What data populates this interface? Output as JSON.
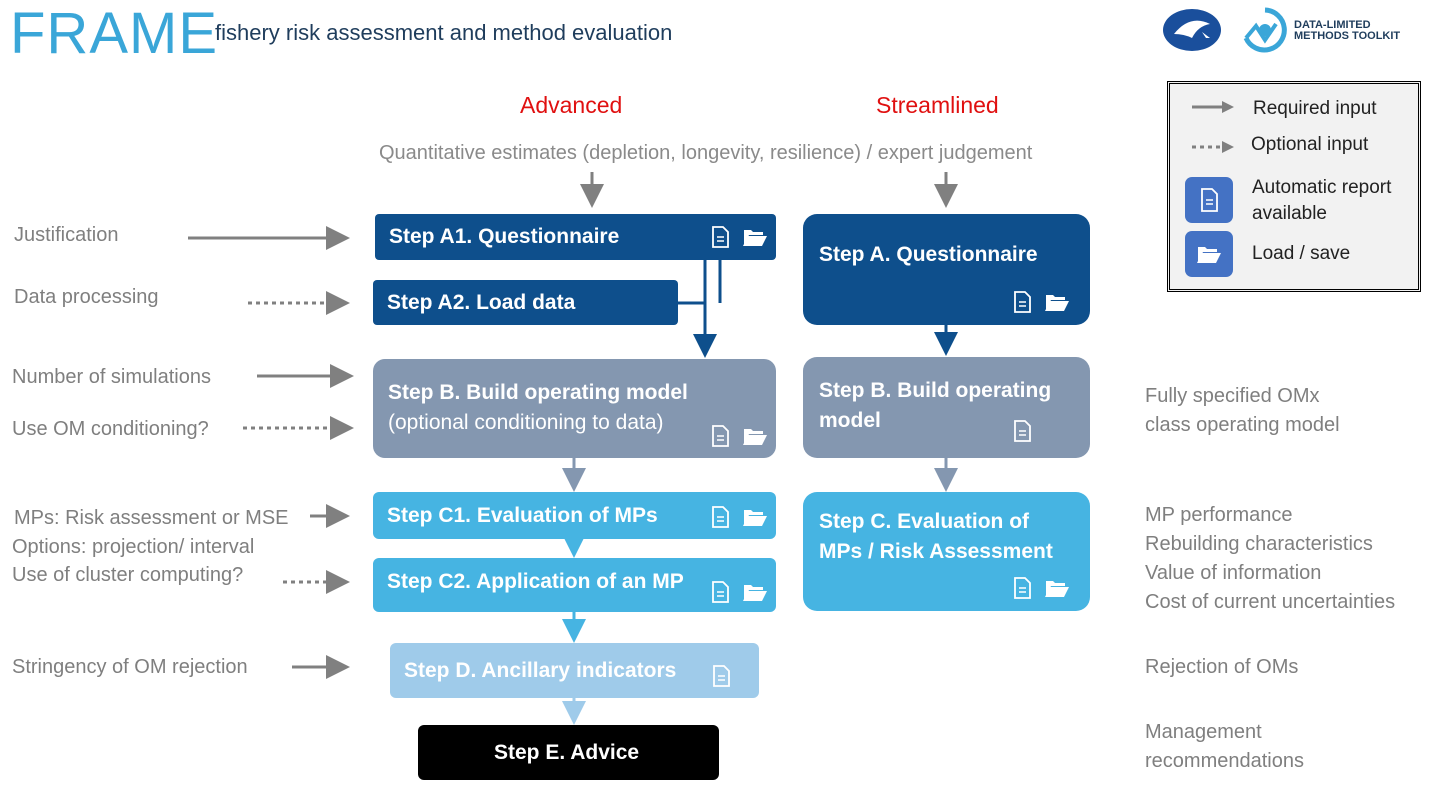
{
  "header": {
    "brand": "FRAME",
    "subtitle": "fishery risk assessment and method evaluation",
    "logo_right_text": [
      "DATA-LIMITED",
      "METHODS TOOLKIT"
    ]
  },
  "columns": {
    "advanced": "Advanced",
    "streamlined": "Streamlined"
  },
  "banner": "Quantitative estimates (depletion, longevity, resilience) / expert judgement",
  "left_labels": [
    "Justification",
    "Data processing",
    "Number of simulations",
    "Use OM conditioning?",
    "MPs: Risk assessment or MSE",
    "Options: projection/ interval",
    "Use of cluster computing?",
    "Stringency of OM rejection"
  ],
  "advanced_steps": {
    "a1": "Step A1. Questionnaire",
    "a2": "Step A2. Load data",
    "b_line1": "Step B. Build operating model",
    "b_line2": "(optional conditioning to data)",
    "c1": "Step C1. Evaluation of MPs",
    "c2": "Step C2. Application of an MP",
    "d": "Step D. Ancillary indicators",
    "e": "Step E. Advice"
  },
  "streamlined_steps": {
    "a": "Step A. Questionnaire",
    "b_line1": "Step B. Build operating",
    "b_line2": "model",
    "c_line1": "Step C. Evaluation of",
    "c_line2": "MPs / Risk Assessment"
  },
  "right_labels": {
    "b": [
      "Fully specified OMx",
      "class operating model"
    ],
    "c": [
      "MP performance",
      "Rebuilding characteristics",
      "Value of information",
      "Cost of current uncertainties"
    ],
    "d": [
      "Rejection of OMs"
    ],
    "e": [
      "Management",
      "recommendations"
    ]
  },
  "legend": {
    "required": "Required input",
    "optional": "Optional input",
    "report_line1": "Automatic report",
    "report_line2": "available",
    "load_save": "Load / save"
  },
  "colors": {
    "brand": "#3aa6d8",
    "heading_red": "#e01010",
    "dark_blue": "#0e4f8c",
    "grey_blue": "#8497b0",
    "cyan": "#46b4e2",
    "pale_blue": "#9fcbea",
    "legend_icon": "#4472c4"
  },
  "icons": [
    "report-document-icon",
    "folder-open-icon",
    "msc-logo",
    "dlmtool-logo"
  ]
}
